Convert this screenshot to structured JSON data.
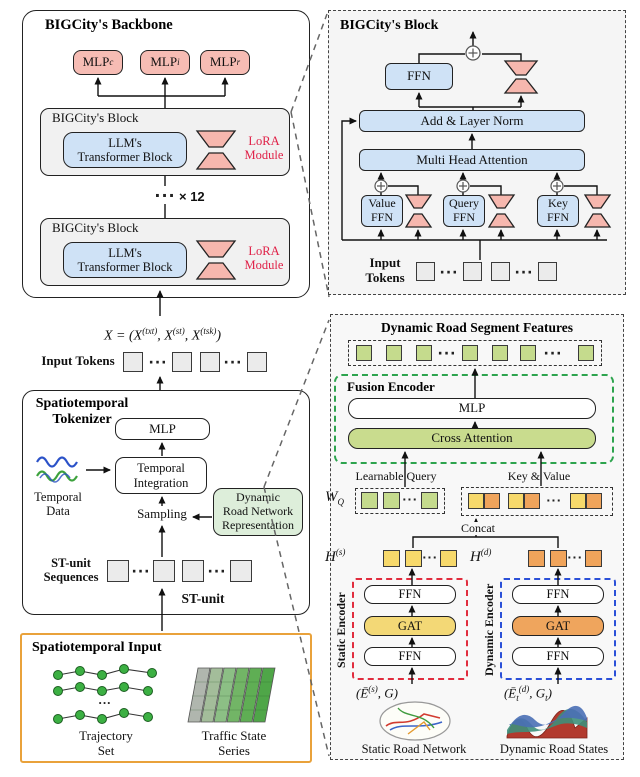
{
  "symbols": {
    "ellipsis": "···"
  },
  "colors": {
    "blue_box": "#cfe2f6",
    "pink_box": "#f6bcb4",
    "lora_text": "#e02148",
    "gray_block": "#f1f1f1",
    "green_box": "#ddeeda",
    "token_square": "#ebebeb",
    "feature_square": "#c5db8d",
    "yellow_square": "#f7d96b",
    "orange_square": "#f0a45b",
    "gat_yellow": "#f3d876",
    "gat_orange": "#efa55d",
    "cross_attention": "#c9dc8e",
    "fusion_border": "#2da44e",
    "static_border": "#e12d3e",
    "dynamic_border": "#2b50d8",
    "input_panel_border": "#e9a23b"
  },
  "backbone": {
    "title": "BIGCity's Backbone",
    "heads": [
      {
        "base": "MLP",
        "sub": "c"
      },
      {
        "base": "MLP",
        "sub": "i"
      },
      {
        "base": "MLP",
        "sub": "r"
      }
    ],
    "repeat_label": "× 12",
    "blocks": [
      {
        "title": "BIGCity's Block",
        "llm_line1": "LLM's",
        "llm_line2": "Transformer Block",
        "lora_line1": "LoRA",
        "lora_line2": "Module"
      },
      {
        "title": "BIGCity's Block",
        "llm_line1": "LLM's",
        "llm_line2": "Transformer Block",
        "lora_line1": "LoRA",
        "lora_line2": "Module"
      }
    ]
  },
  "formula": {
    "prefix": "X = (X",
    "sup1": "(txt)",
    "mid1": ", X",
    "sup2": "(st)",
    "mid2": ", X",
    "sup3": "(tsk)",
    "suffix": ")"
  },
  "input_tokens_label": "Input Tokens",
  "tokenizer": {
    "title_line1": "Spatiotemporal",
    "title_line2": "Tokenizer",
    "mlp": "MLP",
    "temporal_integration_line1": "Temporal",
    "temporal_integration_line2": "Integration",
    "temporal_data_line1": "Temporal",
    "temporal_data_line2": "Data",
    "sampling": "Sampling",
    "drnr_line1": "Dynamic",
    "drnr_line2": "Road Network",
    "drnr_line3": "Representation",
    "st_seq_line1": "ST-unit",
    "st_seq_line2": "Sequences",
    "st_unit": "ST-unit"
  },
  "st_input": {
    "title": "Spatiotemporal Input",
    "trajectory_line1": "Trajectory",
    "trajectory_line2": "Set",
    "traffic_line1": "Traffic State",
    "traffic_line2": "Series"
  },
  "block_detail": {
    "title": "BIGCity's Block",
    "ffn": "FFN",
    "add_norm": "Add & Layer Norm",
    "mha": "Multi Head Attention",
    "value_line1": "Value",
    "value_line2": "FFN",
    "query_line1": "Query",
    "query_line2": "FFN",
    "key_line1": "Key",
    "key_line2": "FFN",
    "input_tokens_line1": "Input",
    "input_tokens_line2": "Tokens"
  },
  "road_detail": {
    "title": "Dynamic Road Segment Features",
    "fusion_title": "Fusion Encoder",
    "mlp": "MLP",
    "cross_attention": "Cross Attention",
    "learnable_query": "Learnable Query",
    "key_value": "Key & Value",
    "wq_base": "W",
    "wq_sub": "Q",
    "concat": "Concat",
    "h_s_base": "H",
    "h_s_sup": "(s)",
    "h_d_base": "H",
    "h_d_sup": "(d)",
    "static_encoder": "Static Encoder",
    "dynamic_encoder": "Dynamic Encoder",
    "ffn": "FFN",
    "gat": "GAT",
    "static_formula_pre": "(Ē",
    "static_formula_sup": "(s)",
    "static_formula_post": ", G)",
    "dynamic_formula_pre": "(Ē",
    "dynamic_formula_sub": "t",
    "dynamic_formula_sup": "(d)",
    "dynamic_formula_mid": ", G",
    "dynamic_formula_sub2": "t",
    "dynamic_formula_close": ")",
    "static_network": "Static Road Network",
    "dynamic_states": "Dynamic Road States"
  }
}
